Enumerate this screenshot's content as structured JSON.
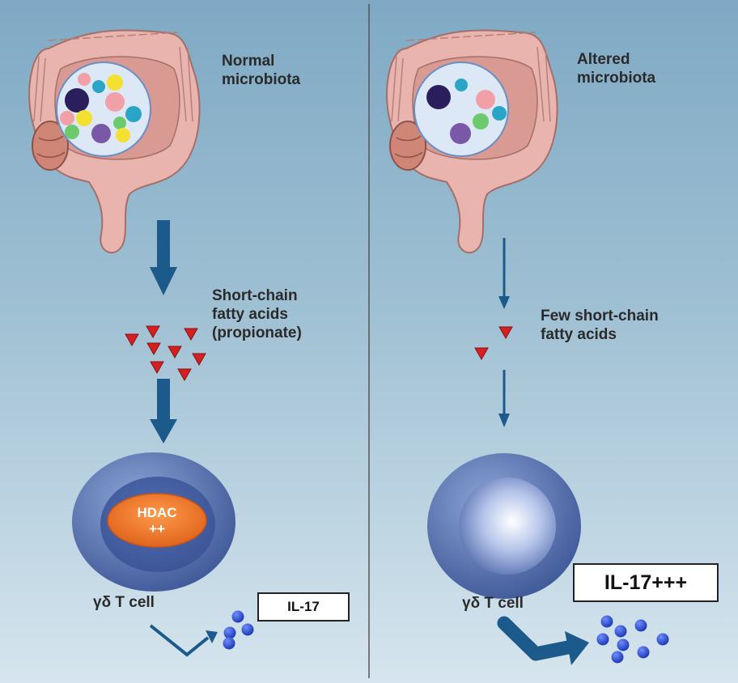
{
  "left_panel": {
    "microbiota_label": "Normal\nmicrobiota",
    "scfa_label": "Short-chain\nfatty acids\n(propionate)",
    "hdac_label": "HDAC\n++",
    "cell_label": "γδ T cell",
    "cytokine_label": "IL-17"
  },
  "right_panel": {
    "microbiota_label": "Altered\nmicrobiota",
    "scfa_label": "Few short-chain\nfatty acids",
    "cell_label": "γδ T cell",
    "cytokine_label": "IL-17+++"
  },
  "colors": {
    "arrow": "#1c5a8c",
    "triangle": "#d42020",
    "cell_outer": "#5673b0",
    "hdac": "#f07a2a",
    "cytokine": "#2a4fd0",
    "divider": "#555555"
  }
}
